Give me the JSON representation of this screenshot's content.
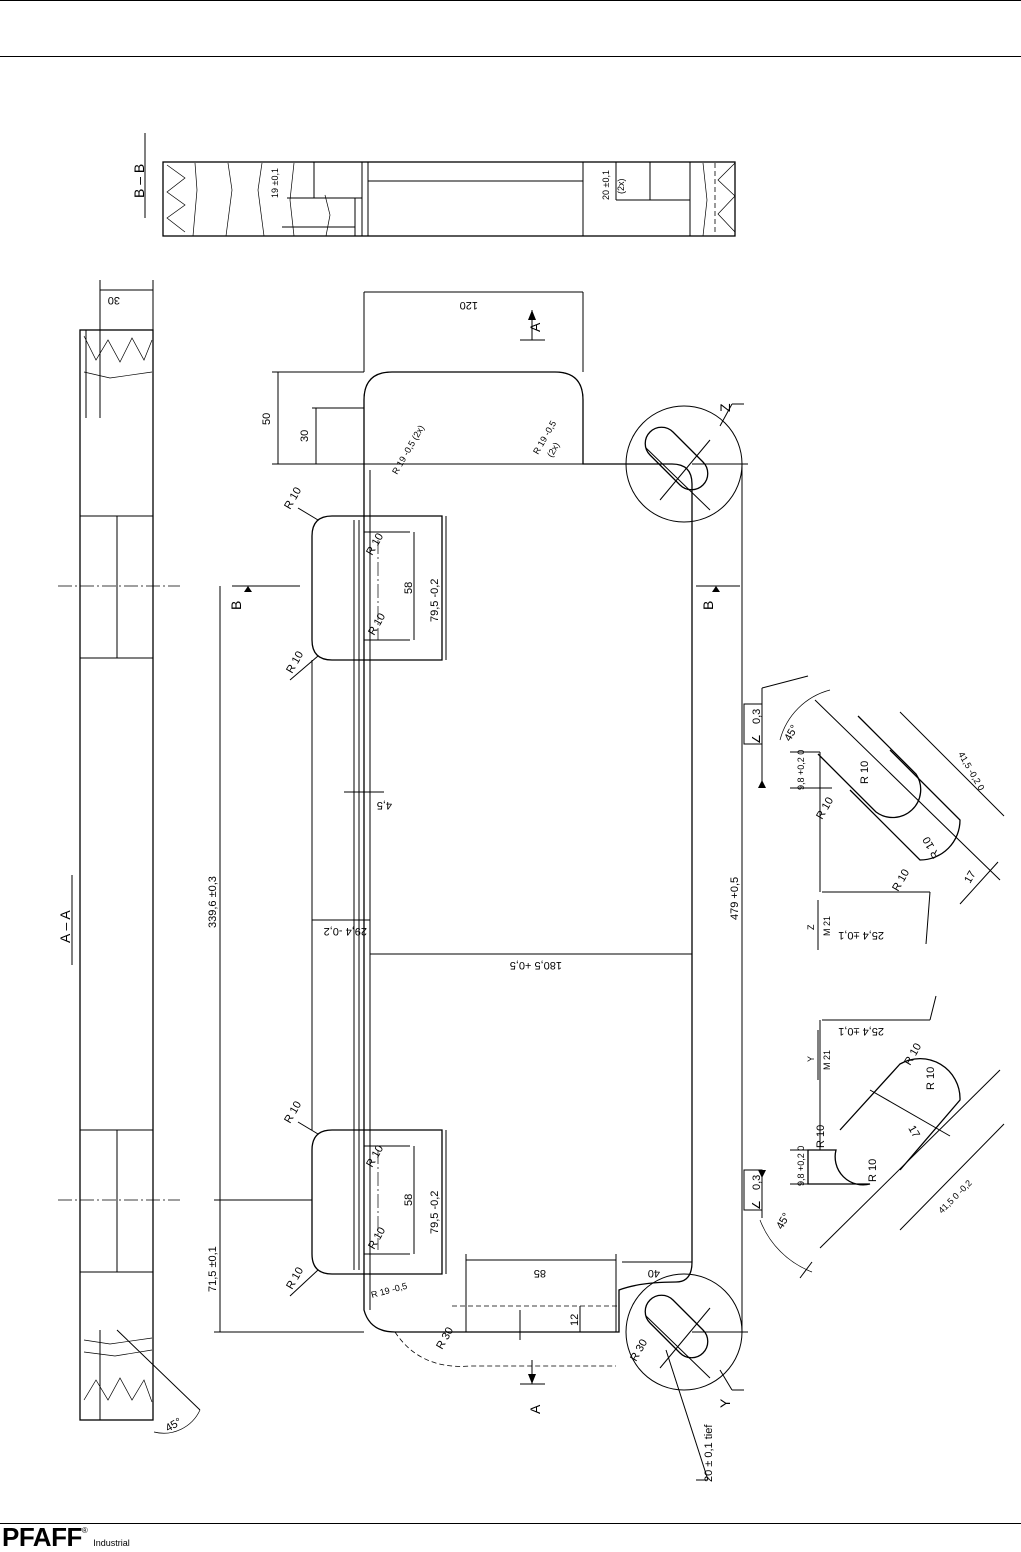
{
  "section_labels": {
    "bb": "B – B",
    "aa": "A – A"
  },
  "view_markers": {
    "a_top": "A",
    "a_bottom": "A",
    "b_left": "B",
    "b_right": "B",
    "detail_z": "Z",
    "detail_y": "Y"
  },
  "dims": {
    "d120": "120",
    "d30_top": "30",
    "d50": "50",
    "d30": "30",
    "r19_left": "R 19 -0,5 (2x)",
    "r19_right": "R 19 -0,5",
    "r19_right2x": "(2x)",
    "r19_bottom": "R 19 -0,5",
    "r10_1": "R 10",
    "r10_2": "R 10",
    "r10_3": "R 10",
    "r10_4": "R 10",
    "r10_5": "R 10",
    "r10_6": "R 10",
    "r10_7": "R 10",
    "r10_8": "R 10",
    "d58_top": "58",
    "d58_bot": "58",
    "d795_top": "79,5 -0,2",
    "d795_bot": "79,5 -0,2",
    "d45": "4,5",
    "d294": "29,4 -0,2",
    "d3396": "339,6 ±0,3",
    "d1805": "180,5 +0,5",
    "d479": "479 +0,5",
    "d715": "71,5 ±0,1",
    "d85": "85",
    "d40": "40",
    "d12": "12",
    "r30_1": "R 30",
    "r30_2": "R 30",
    "deep": "20 ± 0,1 tief",
    "d45deg": "45°",
    "bb_19": "19 ±0,1",
    "bb_20": "20 ±0,1",
    "bb_2x": "(2x)"
  },
  "detail_z": {
    "tol_symbol": "∠",
    "tol_value": "0,3",
    "angle": "45°",
    "d98": "9,8 +0,2 0",
    "r10_a": "R 10",
    "r10_b": "R 10",
    "r10_c": "R 10",
    "r10_d": "R 10",
    "d415": "41,5 -0,2 0",
    "d17": "17",
    "d254": "25,4 ±0,1",
    "thread_label": "Z",
    "thread": "M 21"
  },
  "detail_y": {
    "tol_symbol": "∠",
    "tol_value": "0,3",
    "angle": "45°",
    "d98": "9,8 +0,2 0",
    "r10_a": "R 10",
    "r10_b": "R 10",
    "r10_c": "R 10",
    "r10_d": "R 10",
    "d415": "41,5 0 -0,2",
    "d17": "17",
    "d254": "25,4 ±0,1",
    "thread_label": "Y",
    "thread": "M 21"
  },
  "footer": {
    "brand": "PFAFF",
    "registered": "®",
    "sub": "Industrial"
  }
}
